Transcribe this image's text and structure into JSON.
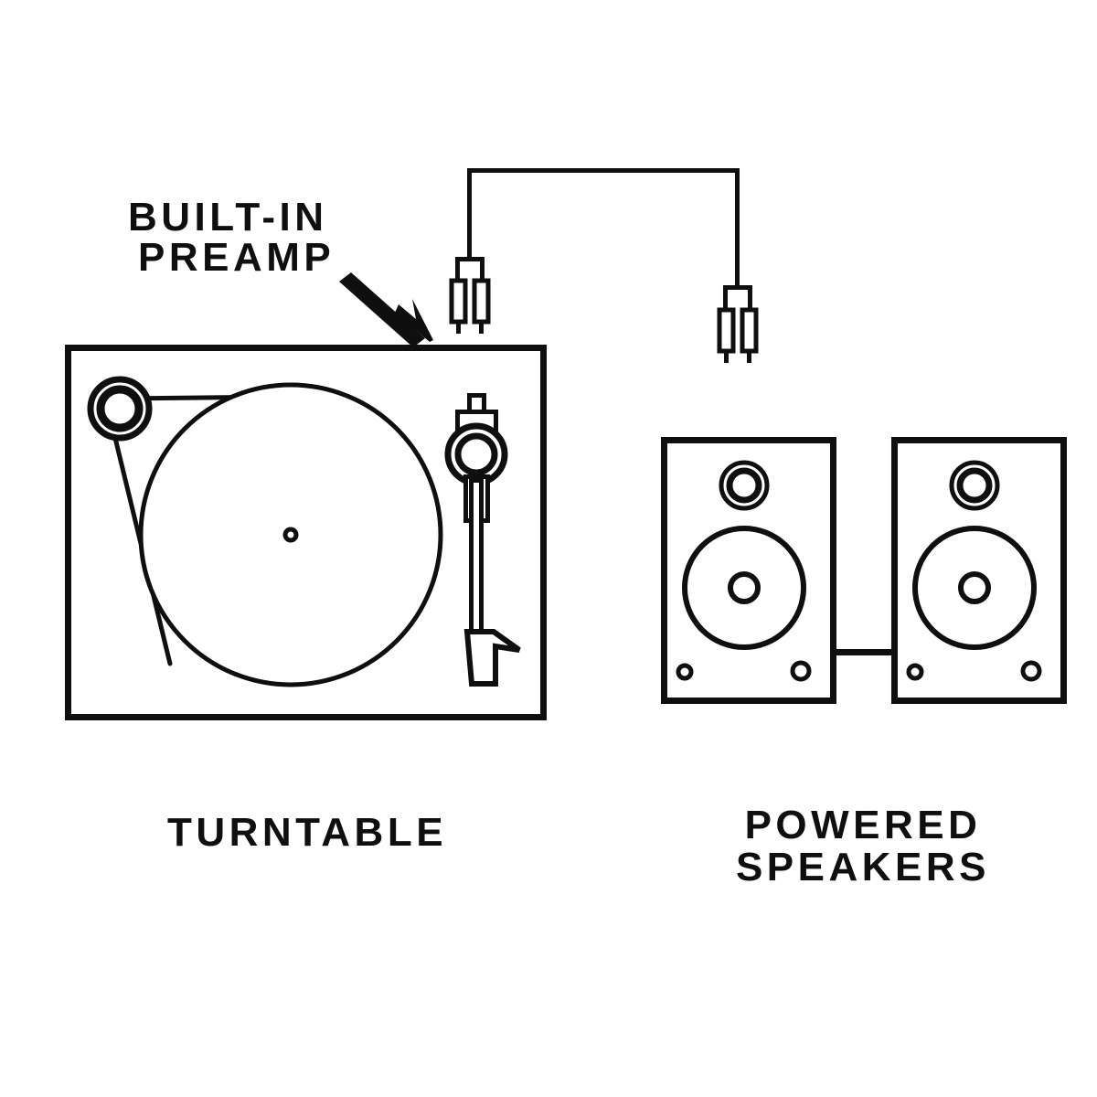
{
  "diagram": {
    "title": "Turntable connected to powered speakers",
    "background_color": "#ffffff",
    "ink_color": "#0f0f0f",
    "callout": {
      "line1": "BUILT-IN",
      "line2": "PREAMP",
      "pointer_icon": "arrow-down-right-icon",
      "points_to": "turntable-chassis"
    },
    "labels": {
      "turntable": "TURNTABLE",
      "speakers_line1": "POWERED",
      "speakers_line2": "SPEAKERS"
    },
    "components": {
      "turntable": {
        "name": "turntable",
        "parts": [
          "chassis",
          "platter",
          "spindle",
          "motor-pulley",
          "drive-belt",
          "tonearm-pivot",
          "counterweight",
          "tonearm",
          "headshell"
        ]
      },
      "rca_cable": {
        "name": "rca-cable",
        "plug_pairs": 2,
        "plugs_per_pair": 2,
        "description": "Stereo RCA interconnect from turntable output to powered speaker input"
      },
      "speakers": {
        "name": "powered-speakers",
        "count": 2,
        "parts_each": [
          "cabinet",
          "tweeter",
          "woofer",
          "woofer-dustcap",
          "screw-left",
          "screw-right"
        ],
        "link_cable": "speaker-link-cable"
      }
    }
  }
}
